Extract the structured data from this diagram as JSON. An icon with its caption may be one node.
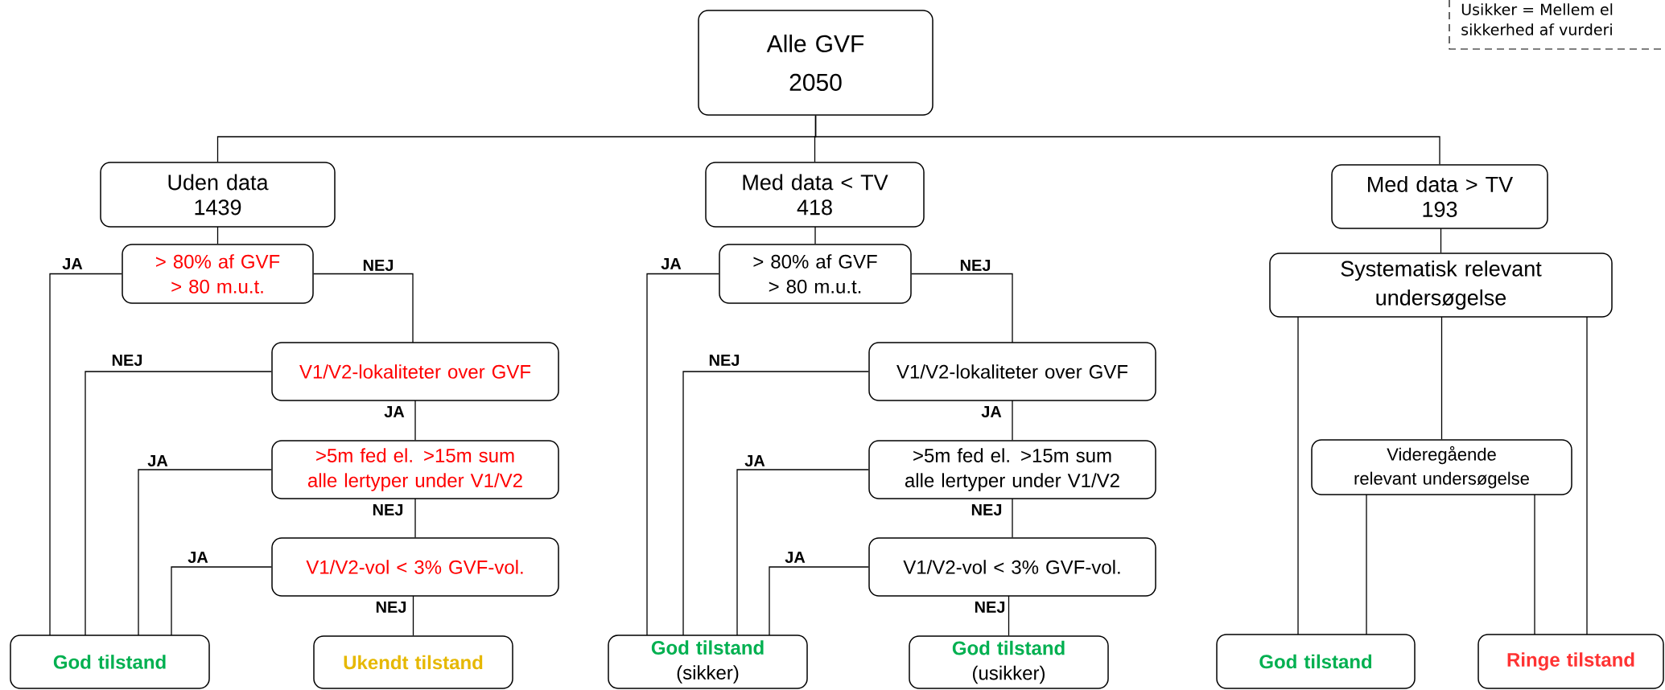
{
  "diagram": {
    "nodes": [
      {
        "text": [
          "Alle GVF",
          "2050"
        ]
      },
      {
        "text": [
          "Uden data",
          "1439"
        ]
      },
      {
        "text": [
          "Med data < TV",
          "418"
        ]
      },
      {
        "text": [
          "Med data > TV",
          "193"
        ]
      },
      {
        "text": [
          "Usikker = Mellem el",
          "sikkerhed af vurderi"
        ]
      },
      {
        "text": [
          "> 80% af GVF",
          "> 80 m.u.t."
        ]
      },
      {
        "text": [
          "V1/V2-lokaliteter over GVF"
        ]
      },
      {
        "text": [
          ">5m fed el. >15m sum alle lertyper under V1/V2"
        ]
      },
      {
        "text": [
          "V1/V2-vol < 3% GVF-vol."
        ]
      },
      {
        "text": [
          "God tilstand"
        ]
      },
      {
        "text": [
          "Ukendt tilstand"
        ]
      },
      {
        "text": [
          "> 80% af GVF",
          "> 80 m.u.t."
        ]
      },
      {
        "text": [
          "V1/V2-lokaliteter over GVF"
        ]
      },
      {
        "text": [
          ">5m fed el. >15m sum alle lertyper under V1/V2"
        ]
      },
      {
        "text": [
          "V1/V2-vol < 3% GVF-vol."
        ]
      },
      {
        "text": [
          "God tilstand",
          "(sikker)"
        ]
      },
      {
        "text": [
          "God tilstand",
          "(usikker)"
        ]
      },
      {
        "text": [
          "Systematisk relevant undersøgelse"
        ]
      },
      {
        "text": [
          "Videregående relevant undersøgelse"
        ]
      },
      {
        "text": [
          "God tilstand"
        ]
      },
      {
        "text": [
          "Ringe tilstand"
        ]
      }
    ],
    "edges": [
      {
        "from": 0,
        "to": 1,
        "arrow": "none"
      },
      {
        "from": 0,
        "to": 2,
        "arrow": "none"
      },
      {
        "from": 0,
        "to": 3,
        "arrow": "none"
      },
      {
        "from": 1,
        "to": 5,
        "arrow": "none"
      },
      {
        "from": 5,
        "to": 9,
        "arrow": "none",
        "label": "JA"
      },
      {
        "from": 5,
        "to": 6,
        "arrow": "none",
        "label": "NEJ"
      },
      {
        "from": 6,
        "to": 9,
        "arrow": "none",
        "label": "NEJ"
      },
      {
        "from": 6,
        "to": 7,
        "arrow": "none",
        "label": "JA"
      },
      {
        "from": 7,
        "to": 9,
        "arrow": "none",
        "label": "JA"
      },
      {
        "from": 7,
        "to": 8,
        "arrow": "none",
        "label": "NEJ"
      },
      {
        "from": 8,
        "to": 9,
        "arrow": "none",
        "label": "JA"
      },
      {
        "from": 8,
        "to": 10,
        "arrow": "none",
        "label": "NEJ"
      },
      {
        "from": 2,
        "to": 11,
        "arrow": "none"
      },
      {
        "from": 11,
        "to": 15,
        "arrow": "none",
        "label": "JA"
      },
      {
        "from": 11,
        "to": 12,
        "arrow": "none",
        "label": "NEJ"
      },
      {
        "from": 12,
        "to": 15,
        "arrow": "none",
        "label": "NEJ"
      },
      {
        "from": 12,
        "to": 13,
        "arrow": "none",
        "label": "JA"
      },
      {
        "from": 13,
        "to": 15,
        "arrow": "none",
        "label": "JA"
      },
      {
        "from": 13,
        "to": 14,
        "arrow": "none",
        "label": "NEJ"
      },
      {
        "from": 14,
        "to": 15,
        "arrow": "none",
        "label": "JA"
      },
      {
        "from": 14,
        "to": 16,
        "arrow": "none",
        "label": "NEJ"
      },
      {
        "from": 3,
        "to": 17,
        "arrow": "none"
      },
      {
        "from": 17,
        "to": 19,
        "arrow": "none"
      },
      {
        "from": 17,
        "to": 18,
        "arrow": "none"
      },
      {
        "from": 17,
        "to": 20,
        "arrow": "none"
      },
      {
        "from": 18,
        "to": 19,
        "arrow": "none"
      },
      {
        "from": 18,
        "to": 20,
        "arrow": "none"
      }
    ]
  }
}
